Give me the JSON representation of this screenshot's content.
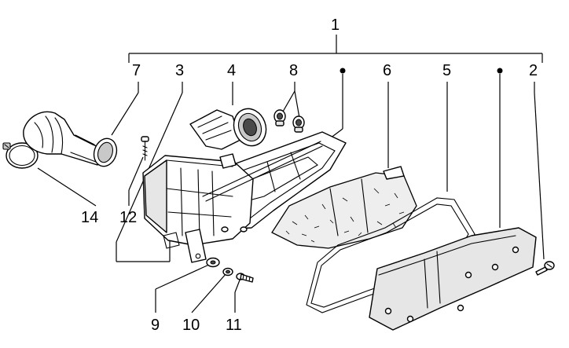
{
  "callouts": {
    "c1": "1",
    "c2": "2",
    "c3": "3",
    "c4": "4",
    "c5": "5",
    "c6": "6",
    "c7": "7",
    "c8": "8",
    "c9": "9",
    "c10": "10",
    "c11": "11",
    "c12": "12",
    "c14": "14"
  }
}
